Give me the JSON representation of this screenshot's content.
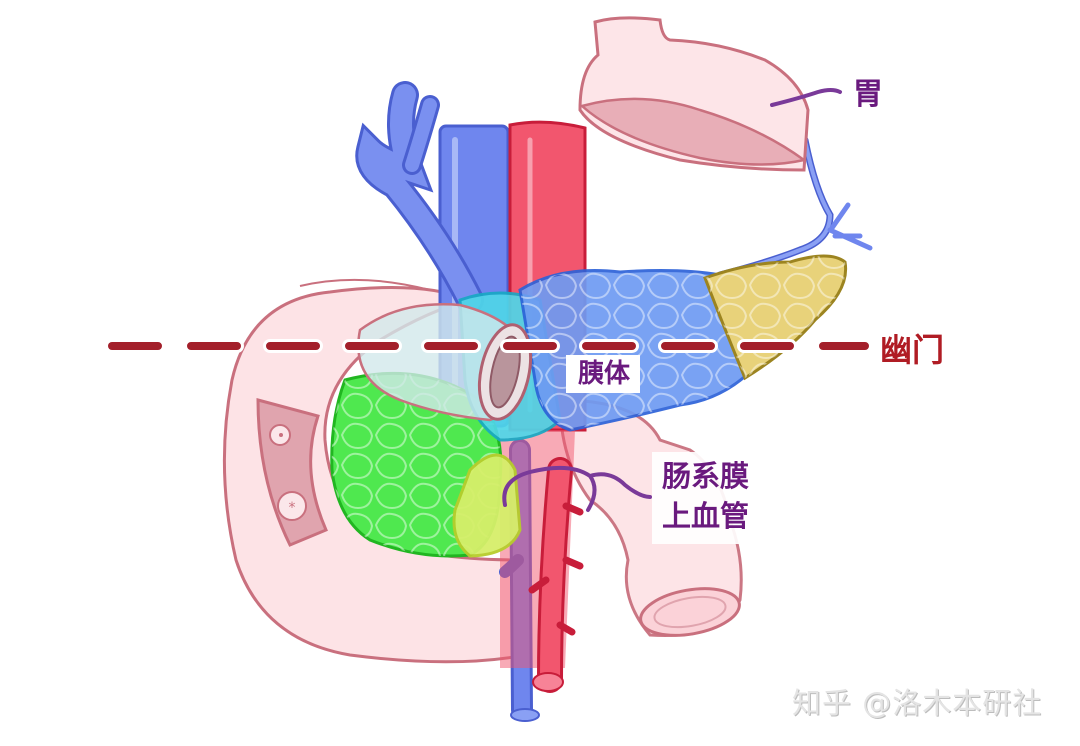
{
  "figure": {
    "subject": "pancreas cross-section reference diagram",
    "labels": {
      "stomach": "胃",
      "pylorus": "幽门",
      "pancreas_body": "胰体",
      "sma_line1": "肠系膜",
      "sma_line2": "上血管"
    },
    "watermark": "知乎 @洛木本研社"
  },
  "colors": {
    "label_purple": "#6a1a7e",
    "pylorus_red": "#b01c24",
    "dashed_line": "#a31f2a",
    "vein_blue": "#6f86ee",
    "artery_red": "#f2566e",
    "duodenum_pink": "#fde3e6",
    "outline_pink": "#c9707e",
    "pancreas_head_green": "#4fe84f",
    "pancreas_neck_cyan": "#4fd6e8",
    "pancreas_body_blue": "#6e9bf2",
    "pancreas_tail_yellow": "#e8d27a",
    "uncinate_yellowgreen": "#d6ef6a"
  }
}
